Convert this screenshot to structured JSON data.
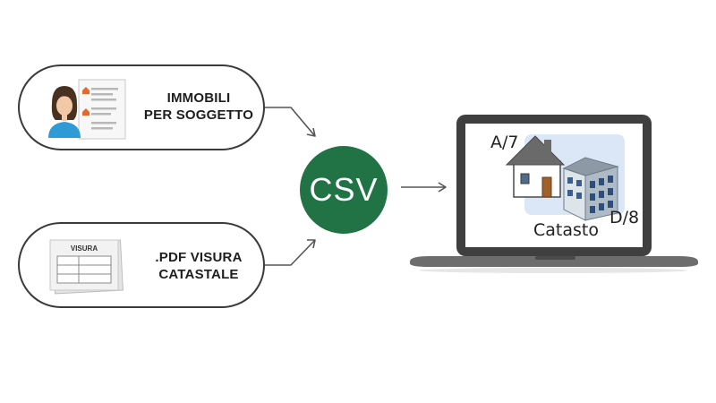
{
  "inputs": {
    "immobili": {
      "label_line1": "IMMOBILI",
      "label_line2": "PER SOGGETTO"
    },
    "visura": {
      "doc_title": "VISURA",
      "label_line1": ".PDF VISURA",
      "label_line2": "CATASTALE"
    }
  },
  "center": {
    "label": "CSV"
  },
  "output": {
    "code_a": "A/7",
    "code_d": "D/8",
    "label": "Catasto"
  },
  "colors": {
    "csv_green": "#217346",
    "pin_orange": "#e8672a",
    "screen_highlight": "#dbe6f6"
  }
}
